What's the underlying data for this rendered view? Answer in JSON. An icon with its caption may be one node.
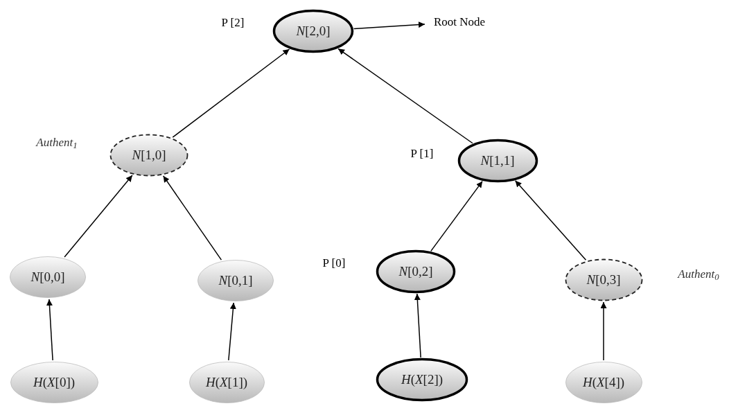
{
  "diagram": {
    "nodes": [
      {
        "text": [
          "*N*[2,0]"
        ],
        "beside": [
          "P [2]"
        ]
      },
      {
        "text": [
          "Root Node"
        ]
      },
      {
        "text": [
          "*N*[1,0]"
        ],
        "beside": [
          "Authent$_{1}$"
        ]
      },
      {
        "text": [
          "*N*[1,1]"
        ],
        "beside": [
          "P [1]"
        ]
      },
      {
        "text": [
          "*N*[0,0]"
        ]
      },
      {
        "text": [
          "*N*[0,1]"
        ]
      },
      {
        "text": [
          "*N*[0,2]"
        ],
        "beside": [
          "P [0]"
        ]
      },
      {
        "text": [
          "*N*[0,3]"
        ],
        "beside": [
          "Authent$_{0}$"
        ]
      },
      {
        "text": [
          "*H*(*X*[0])"
        ]
      },
      {
        "text": [
          "*H*(*X*[1])"
        ]
      },
      {
        "text": [
          "*H*(*X*[2])"
        ]
      },
      {
        "text": [
          "*H*(*X*[4])"
        ]
      }
    ],
    "edges": [
      {
        "from": 0,
        "to": 1,
        "arrow": "to"
      },
      {
        "from": 2,
        "to": 0,
        "arrow": "to"
      },
      {
        "from": 3,
        "to": 0,
        "arrow": "to"
      },
      {
        "from": 4,
        "to": 2,
        "arrow": "to"
      },
      {
        "from": 5,
        "to": 2,
        "arrow": "to"
      },
      {
        "from": 6,
        "to": 3,
        "arrow": "to"
      },
      {
        "from": 7,
        "to": 3,
        "arrow": "to"
      },
      {
        "from": 8,
        "to": 4,
        "arrow": "to"
      },
      {
        "from": 9,
        "to": 5,
        "arrow": "to"
      },
      {
        "from": 10,
        "to": 6,
        "arrow": "to"
      },
      {
        "from": 11,
        "to": 7,
        "arrow": "to"
      }
    ]
  }
}
